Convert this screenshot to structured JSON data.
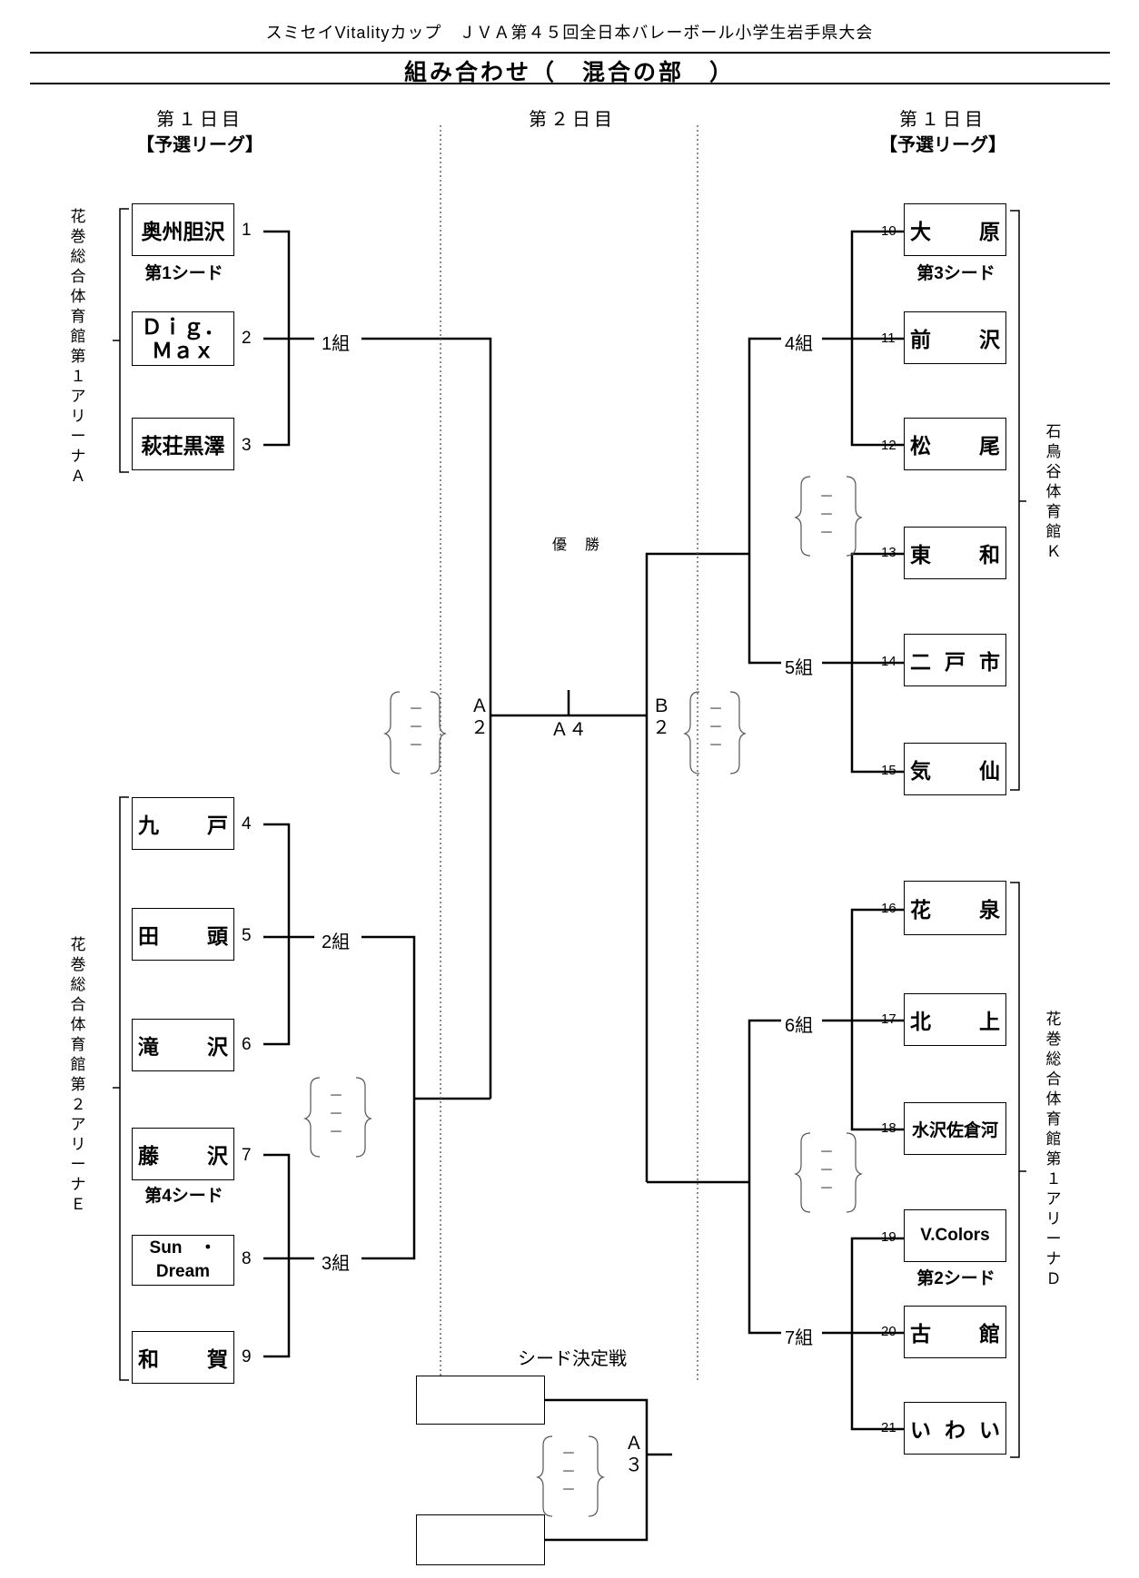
{
  "header_title": "スミセイVitalityカップ　ＪＶＡ第４５回全日本バレーボール小学生岩手県大会",
  "main_title": "組み合わせ（　混合の部　）",
  "day_left": "第１日目",
  "day_center": "第２日目",
  "day_right": "第１日目",
  "league_left": "【予選リーグ】",
  "league_right": "【予選リーグ】",
  "championship": "優　勝",
  "seed_decision": "シード決定戦",
  "teams": {
    "t1": {
      "num": "1",
      "chars": [
        "奥州胆沢"
      ],
      "seed": "第1シード"
    },
    "t2": {
      "num": "2",
      "line1": "Ｄｉｇ．",
      "line2": "Ｍａｘ"
    },
    "t3": {
      "num": "3",
      "chars": [
        "萩荘黒澤"
      ]
    },
    "t4": {
      "num": "4",
      "chars": [
        "九",
        "戸"
      ]
    },
    "t5": {
      "num": "5",
      "chars": [
        "田",
        "頭"
      ]
    },
    "t6": {
      "num": "6",
      "chars": [
        "滝",
        "沢"
      ]
    },
    "t7": {
      "num": "7",
      "chars": [
        "藤",
        "沢"
      ],
      "seed": "第4シード"
    },
    "t8": {
      "num": "8",
      "line1": "Sun　・",
      "line2": "Dream"
    },
    "t9": {
      "num": "9",
      "chars": [
        "和",
        "賀"
      ]
    },
    "t10": {
      "num": "10",
      "chars": [
        "大",
        "原"
      ],
      "seed": "第3シード"
    },
    "t11": {
      "num": "11",
      "chars": [
        "前",
        "沢"
      ]
    },
    "t12": {
      "num": "12",
      "chars": [
        "松",
        "尾"
      ]
    },
    "t13": {
      "num": "13",
      "chars": [
        "東",
        "和"
      ]
    },
    "t14": {
      "num": "14",
      "chars": [
        "二",
        "戸",
        "市"
      ]
    },
    "t15": {
      "num": "15",
      "chars": [
        "気",
        "仙"
      ]
    },
    "t16": {
      "num": "16",
      "chars": [
        "花",
        "泉"
      ]
    },
    "t17": {
      "num": "17",
      "chars": [
        "北",
        "上"
      ]
    },
    "t18": {
      "num": "18",
      "chars": [
        "水沢佐倉河"
      ]
    },
    "t19": {
      "num": "19",
      "chars": [
        "V.Colors"
      ],
      "seed": "第2シード"
    },
    "t20": {
      "num": "20",
      "chars": [
        "古",
        "館"
      ]
    },
    "t21": {
      "num": "21",
      "chars": [
        "い",
        "わ",
        "い"
      ]
    }
  },
  "groups": {
    "g1": "1組",
    "g2": "2組",
    "g3": "3組",
    "g4": "4組",
    "g5": "5組",
    "g6": "6組",
    "g7": "7組"
  },
  "matches": {
    "a2": "Ａ\n２",
    "b2": "Ｂ\n２",
    "a3": "Ａ\n３",
    "a4": "Ａ４"
  },
  "venues": {
    "left_top": "花\n巻\n総\n合\n体\n育\n館\n第\n１\nア\nリ\nー\nナ\nＡ",
    "left_bottom": "花\n巻\n総\n合\n体\n育\n館\n第\n２\nア\nリ\nー\nナ\nＥ",
    "right_top": "石\n鳥\n谷\n体\n育\n館\nＫ",
    "right_bottom": "花\n巻\n総\n合\n体\n育\n館\n第\n１\nア\nリ\nー\nナ\nＤ"
  },
  "score_placeholder": "－"
}
